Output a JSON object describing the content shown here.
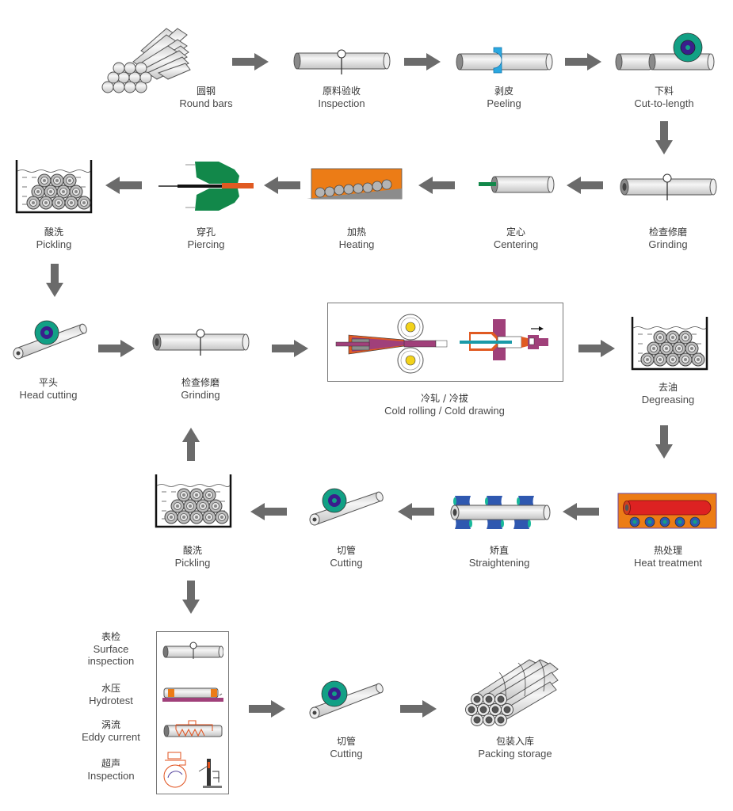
{
  "title": "Seamless steel tube production process",
  "colors": {
    "arrow": "#6b6b6b",
    "steel": "#e6e6e6",
    "steel_end": "#8a8a8a",
    "cutter_outer": "#12a085",
    "cutter_inner": "#3a1e8c",
    "peel_ring": "#2aa8e0",
    "piercing_roll": "#12884a",
    "hot_billet": "#e05a22",
    "furnace": "#ec7c16",
    "heat_tube": "#dd2222",
    "rolling_tube": "#a0407a",
    "roll_core": "#f2d21a",
    "mandrel": "#1a9aa8",
    "straightener_roll": "#2f58b0",
    "straightener_tip": "#17b89a",
    "hydrotest_base": "#a0407a",
    "eddy_coil": "#e0501c"
  },
  "steps": [
    {
      "id": 1,
      "zh": "圆钢",
      "en": "Round bars"
    },
    {
      "id": 2,
      "zh": "原料验收",
      "en": "Inspection"
    },
    {
      "id": 3,
      "zh": "剥皮",
      "en": "Peeling"
    },
    {
      "id": 4,
      "zh": "下料",
      "en": "Cut-to-length"
    },
    {
      "id": 5,
      "zh": "检查修磨",
      "en": "Grinding"
    },
    {
      "id": 6,
      "zh": "定心",
      "en": "Centering"
    },
    {
      "id": 7,
      "zh": "加热",
      "en": "Heating"
    },
    {
      "id": 8,
      "zh": "穿孔",
      "en": "Piercing"
    },
    {
      "id": 9,
      "zh": "酸洗",
      "en": "Pickling"
    },
    {
      "id": 10,
      "zh": "平头",
      "en": "Head cutting"
    },
    {
      "id": 11,
      "zh": "检查修磨",
      "en": "Grinding"
    },
    {
      "id": 12,
      "zh": "冷轧 / 冷拔",
      "en": "Cold rolling / Cold drawing"
    },
    {
      "id": 13,
      "zh": "去油",
      "en": "Degreasing"
    },
    {
      "id": 14,
      "zh": "热处理",
      "en": "Heat treatment"
    },
    {
      "id": 15,
      "zh": "矫直",
      "en": "Straightening"
    },
    {
      "id": 16,
      "zh": "切管",
      "en": "Cutting"
    },
    {
      "id": 17,
      "zh": "酸洗",
      "en": "Pickling"
    },
    {
      "id": 18,
      "zh": "切管",
      "en": "Cutting"
    },
    {
      "id": 19,
      "zh": "包装入库",
      "en": "Packing storage"
    }
  ],
  "tests": [
    {
      "zh": "表检",
      "en": "Surface inspection"
    },
    {
      "zh": "水压",
      "en": "Hydrotest"
    },
    {
      "zh": "涡流",
      "en": "Eddy current"
    },
    {
      "zh": "超声",
      "en": "Inspection"
    }
  ],
  "tests_en_split": [
    "Surface",
    "inspection"
  ]
}
